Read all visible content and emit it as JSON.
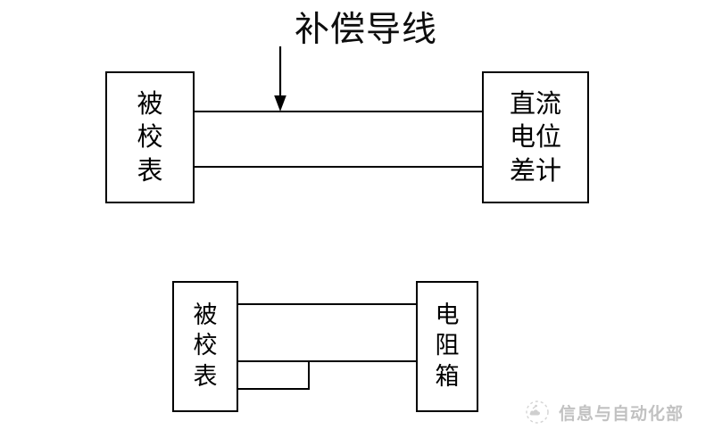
{
  "figure": {
    "type": "schematic-diagram",
    "background_color": "#ffffff",
    "line_color": "#000000",
    "text_color": "#000000"
  },
  "annotation": {
    "label": "补偿导线",
    "arrow_icon": "down-arrow-icon",
    "points_to": "top-upper-wire"
  },
  "diagram_top": {
    "name": "thermocouple-calibration-with-potentiometer",
    "left_box": {
      "label": "被校表",
      "chars": [
        "被",
        "校",
        "表"
      ]
    },
    "right_box": {
      "label": "直流电位差计",
      "lines": [
        "直流",
        "电位",
        "差计"
      ]
    },
    "wires": [
      {
        "name": "top-upper-wire",
        "orientation": "horizontal"
      },
      {
        "name": "top-lower-wire",
        "orientation": "horizontal"
      }
    ]
  },
  "diagram_bottom": {
    "name": "rtd-calibration-with-resistance-box",
    "left_box": {
      "label": "被校表",
      "chars": [
        "被",
        "校",
        "表"
      ]
    },
    "right_box": {
      "label": "电阻箱",
      "chars": [
        "电",
        "阻",
        "箱"
      ]
    },
    "wires": [
      {
        "name": "bottom-upper-wire",
        "orientation": "horizontal"
      },
      {
        "name": "bottom-middle-wire",
        "orientation": "horizontal"
      },
      {
        "name": "bottom-jumper-lower-wire",
        "orientation": "horizontal"
      },
      {
        "name": "bottom-jumper-vertical-wire",
        "orientation": "vertical"
      }
    ]
  },
  "watermark": {
    "text": "信息与自动化部",
    "logo_icon": "cloud-logo-icon",
    "color": "#6e6e6e"
  }
}
